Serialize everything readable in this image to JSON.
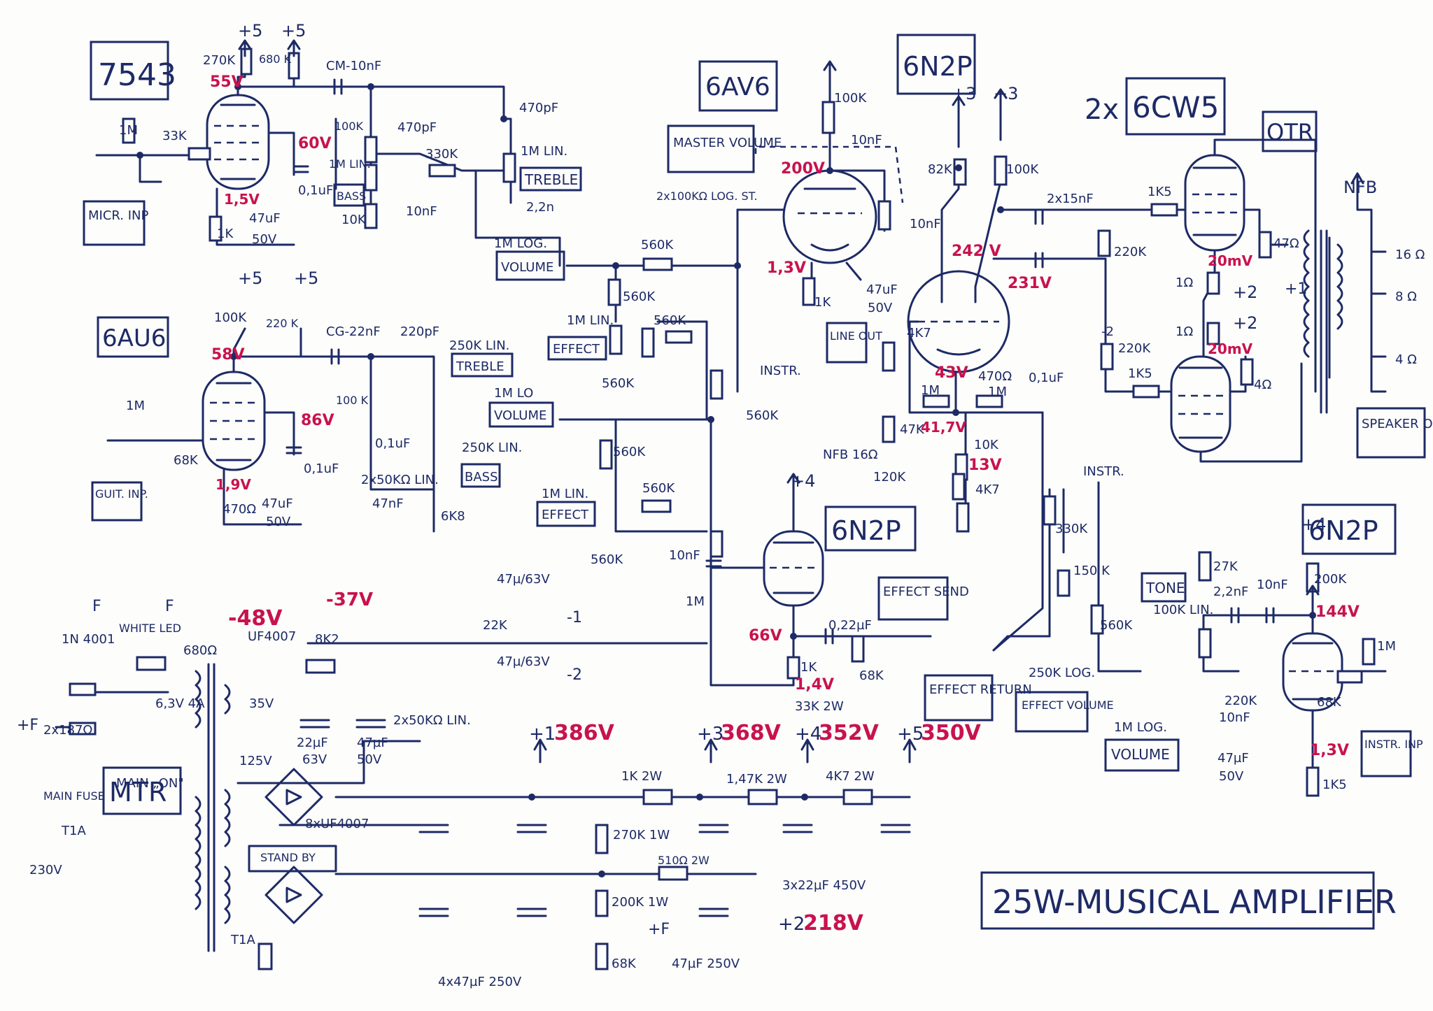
{
  "title": "25W-MUSICAL AMPLIFIER",
  "tube_boxes": {
    "t1": "7543",
    "t2": "6AU6",
    "t3": "6AV6",
    "t4": "6N2P",
    "t5_prefix": "2x",
    "t5": "6CW5",
    "t6": "6N2P",
    "t7": "6N2P",
    "otr": "OTR",
    "mtr": "MTR"
  },
  "boxes": {
    "micr_inp": "MICR. INP",
    "guit_inp": "GUIT. INP.",
    "instr_inp": "INSTR. INP",
    "master_volume": "MASTER VOLUME",
    "treble1": "TREBLE",
    "bass1": "BASS",
    "volume1": "VOLUME",
    "effect1": "EFFECT",
    "treble2": "TREBLE",
    "volume2": "VOLUME",
    "bass2": "BASS",
    "effect2": "EFFECT",
    "line_out": "LINE OUT",
    "effect_send": "EFFECT SEND",
    "effect_return": "EFFECT RETURN",
    "effect_volume": "EFFECT VOLUME",
    "tone": "TONE",
    "volume3": "VOLUME",
    "speaker_output": "SPEAKER OUTPUT"
  },
  "labels": {
    "p5a": "+5",
    "p5b": "+5",
    "p5c": "+5",
    "p5d": "+5",
    "p3a": "+3",
    "p3b": "+3",
    "p4a": "+4",
    "p4b": "+4",
    "r270k": "270K",
    "r680k": "680 K",
    "cm10nf": "CM-10nF",
    "r470pf": "470pF",
    "r1m_a": "1M",
    "r33k": "33K",
    "r100k_a": "100K",
    "r1m_lin": "1M LIN.",
    "c470pf2": "470pF",
    "r330k": "330K",
    "r1m_treble": "1M LIN.",
    "c2n2": "2,2n",
    "c01uf_a": "0,1uF",
    "c47uf_a": "47uF",
    "v50a": "50V",
    "r1k_a": "1K",
    "r10k_a": "10K",
    "c10nf_a": "10nF",
    "vol1m_log": "1M LOG.",
    "r560k_a": "560K",
    "r560k_b": "560K",
    "eff1m_lin": "1M LIN.",
    "r560k_c": "560K",
    "r560k_d": "560K",
    "r100k_b": "100K",
    "r220k_a": "220 K",
    "cg22nf": "CG-22nF",
    "c220pf": "220pF",
    "r250k_lin_a": "250K LIN.",
    "r1m_b": "1M",
    "r68k_a": "68K",
    "r100k_c": "100 K",
    "c01uf_b": "0,1uF",
    "r250k_lin_b": "250K LIN.",
    "c47nf_a": "47nF",
    "r6k8": "6K8",
    "r470_a": "470Ω",
    "c47uf_b": "47uF",
    "v50b": "50V",
    "c01uf_c": "0,1uF",
    "vol1m_lo": "1M LO",
    "r560k_e": "560K",
    "eff1m_lin_b": "1M LIN.",
    "r560k_f": "560K",
    "r560k_g": "560K",
    "instr_a": "INSTR.",
    "r560k_h": "560K",
    "pot2x100k": "2x100KΩ LOG. ST.",
    "r100k_d": "100K",
    "c10nf_b": "10nF",
    "r1k_b": "1K",
    "c47uf_c": "47uF",
    "v50c": "50V",
    "r82k": "82K",
    "r100k_e": "100K",
    "c10nf_c": "10nF",
    "r4k7_a": "4K7",
    "r1m_c": "1M",
    "r470_b": "470Ω",
    "r1m_d": "1M",
    "c01uf_d": "0,1uF",
    "r47k": "47K",
    "nfb_16": "NFB 16Ω",
    "r120k": "120K",
    "r10k_b": "10K",
    "r4k7_b": "4K7",
    "c2x15nf": "2x15nF",
    "r220k_b": "220K",
    "r1k5_a": "1K5",
    "r47_a": "47Ω",
    "r1_a": "1Ω",
    "r1_b": "1Ω",
    "r220k_c": "220K",
    "r1k5_b": "1K5",
    "r4_a": "4Ω",
    "m_two_a": "-2",
    "p2_a": "+2",
    "p2_b": "+2",
    "p1_a": "+1",
    "nfb_out": "NFB",
    "s16": "16 Ω",
    "s8": "8 Ω",
    "s4": "4 Ω",
    "pot2x50k_a": "2x50KΩ LIN.",
    "c47u63a": "47µ/63V",
    "r22k": "22K",
    "c47u63b": "47µ/63V",
    "pot2x50k_b": "2x50KΩ LIN.",
    "m1": "-1",
    "m2": "-2",
    "c10nf_d": "10nF",
    "r1m_e": "1M",
    "c02uf": "0,22µF",
    "r68k_b": "68K",
    "r1k_c": "1K",
    "r33k2w": "33K 2W",
    "r330k_b": "330K",
    "r150k": "150 K",
    "r560k_i": "560K",
    "instr_b": "INSTR.",
    "pot250k_log": "250K LOG.",
    "r27k": "27K",
    "c2n2_b": "2,2nF",
    "c10nf_e": "10nF",
    "r200k_a": "200K",
    "pot100k_lin": "100K LIN.",
    "r220k_d": "220K",
    "c10nf_f": "10nF",
    "r1m_f": "1M",
    "r68k_c": "68K",
    "c47uf_d": "47µF",
    "v50d": "50V",
    "r1k5_c": "1K5",
    "pot1m_log": "1M LOG.",
    "diode1n4001": "1N 4001",
    "white_led": "WHITE LED",
    "r680": "680Ω",
    "f_a": "F",
    "f_b": "F",
    "plus_f_a": "+F",
    "r2x187": "2x187Ω",
    "v63_4a": "6,3V 4A",
    "uf4007": "UF4007",
    "r8k2": "8K2",
    "v35": "35V",
    "c22uf": "22µF",
    "v63b": "63V",
    "c47uf_e": "47µF",
    "v50e": "50V",
    "v125": "125V",
    "d8xuf": "8xUF4007",
    "standby": "STAND BY",
    "main_fuse": "MAIN FUSE",
    "t1a_a": "T1A",
    "v230": "230V",
    "main_on": "MAIN „ON\"",
    "t1a_b": "T1A",
    "r1k2w": "1K 2W",
    "r1_47k2w": "1,47K 2W",
    "r4k72w": "4K7 2W",
    "c3x22": "3x22µF 450V",
    "c4x47": "4x47µF 250V",
    "r270k_1w": "270K 1W",
    "r200k_1w": "200K 1W",
    "r510_2w": "510Ω 2W",
    "r68k_d": "68K",
    "plus_f_b": "+F",
    "c47u250": "47µF 250V",
    "p1_b": "+1",
    "p3_c": "+3",
    "p4_c": "+4",
    "p5_e": "+5",
    "p2_c": "+2"
  },
  "voltages": {
    "v55": "55V",
    "v60": "60V",
    "v1_5": "1,5V",
    "v58": "58V",
    "v86": "86V",
    "v1_9": "1,9V",
    "v200": "200V",
    "v1_3a": "1,3V",
    "v242": "242 V",
    "v231": "231V",
    "v43": "43V",
    "v41_7": "41,7V",
    "v13": "13V",
    "m20a": "20mV",
    "m20b": "20mV",
    "v66": "66V",
    "v1_4": "1,4V",
    "v144": "144V",
    "v1_3b": "1,3V",
    "vm48": "-48V",
    "vm37": "-37V",
    "rail386": "386V",
    "rail368": "368V",
    "rail352": "352V",
    "rail350": "350V",
    "rail218": "218V"
  }
}
